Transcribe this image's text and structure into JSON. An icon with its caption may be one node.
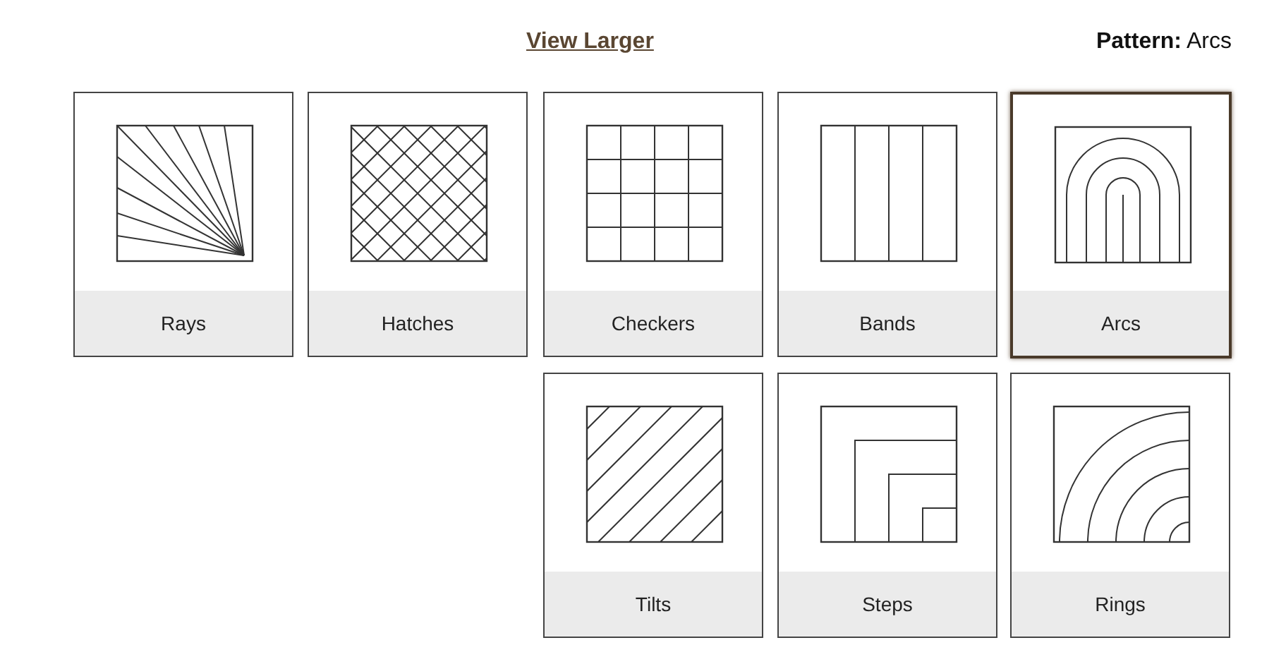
{
  "diagram": {
    "nodes": [
      {
        "text": [
          "Arcs"
        ]
      },
      {
        "text": [
          "Bands"
        ]
      },
      {
        "text": [
          "Checkers"
        ]
      },
      {
        "text": [
          "Hatches"
        ]
      },
      {
        "text": [
          "Rays"
        ]
      },
      {
        "text": [
          "Rings"
        ]
      },
      {
        "text": [
          "Steps"
        ]
      },
      {
        "text": [
          "Tilts"
        ]
      }
    ],
    "labels": [
      "**Pattern:** Arcs",
      "View Larger"
    ]
  }
}
